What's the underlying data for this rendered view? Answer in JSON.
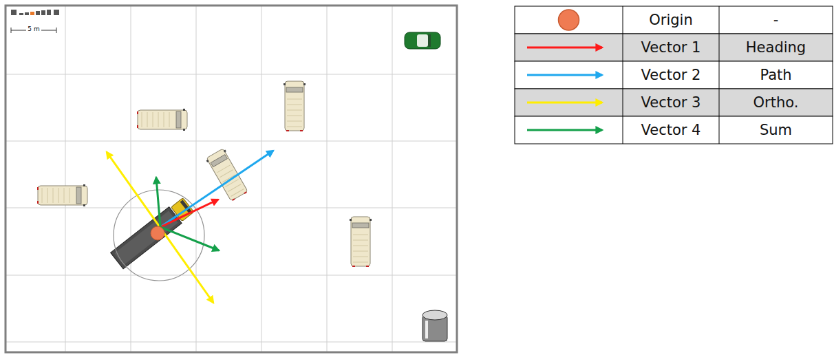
{
  "diagram": {
    "labels": [
      "5 m",
      "-",
      "Heading",
      "Path",
      "Ortho.",
      "Sum"
    ],
    "legend": [
      {
        "text": "Origin"
      },
      {
        "text": "Vector 1"
      },
      {
        "text": "Vector 2"
      },
      {
        "text": "Vector 3"
      },
      {
        "text": "Vector 4"
      }
    ]
  }
}
